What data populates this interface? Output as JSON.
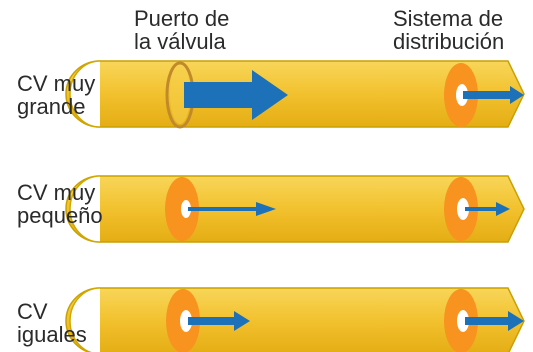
{
  "headers": {
    "valve_port": [
      "Puerto de",
      "la válvula"
    ],
    "distribution": [
      "Sistema de",
      "distribución"
    ]
  },
  "rows": [
    {
      "id": "cv-too-large",
      "label": [
        "CV muy",
        "grande"
      ]
    },
    {
      "id": "cv-too-small",
      "label": [
        "CV muy",
        "pequeño"
      ]
    },
    {
      "id": "cv-equal",
      "label": [
        "CV",
        "iguales"
      ]
    }
  ],
  "colors": {
    "pipe_fill": "#f2c12e",
    "pipe_edge": "#c9a100",
    "orifice": "#f7931e",
    "arrow": "#1d71b8",
    "text": "#2b2b2b"
  }
}
